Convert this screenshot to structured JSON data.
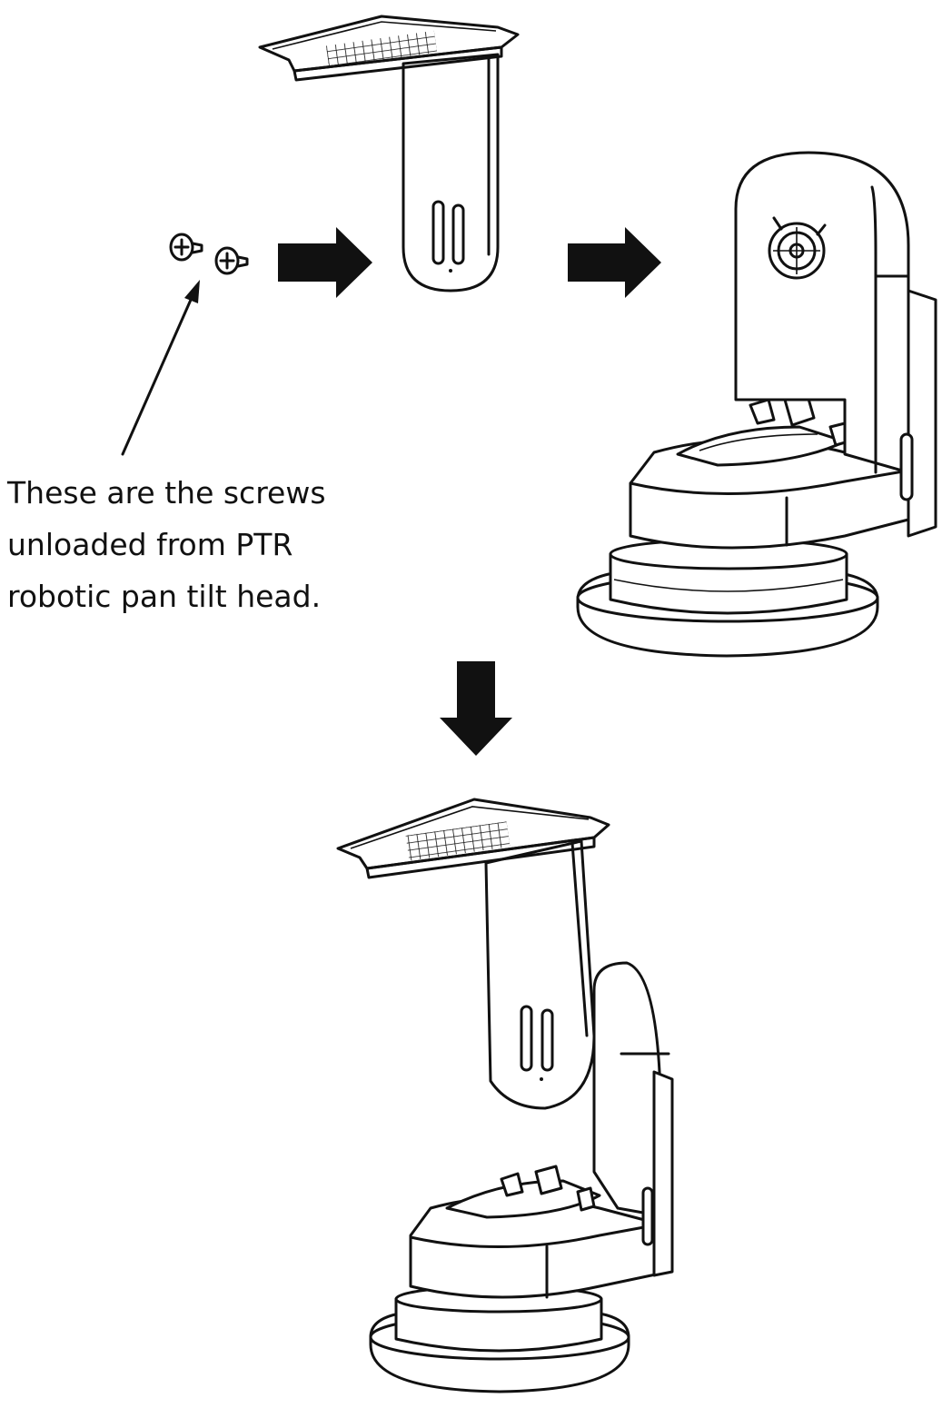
{
  "diagram": {
    "caption_lines": [
      "These are the screws",
      "unloaded from PTR",
      "robotic pan tilt head."
    ],
    "steps": [
      {
        "name": "screws"
      },
      {
        "name": "bracket"
      },
      {
        "name": "pan-tilt-head"
      },
      {
        "name": "assembled-unit"
      }
    ],
    "colors": {
      "ink": "#111111",
      "background": "#ffffff"
    }
  }
}
